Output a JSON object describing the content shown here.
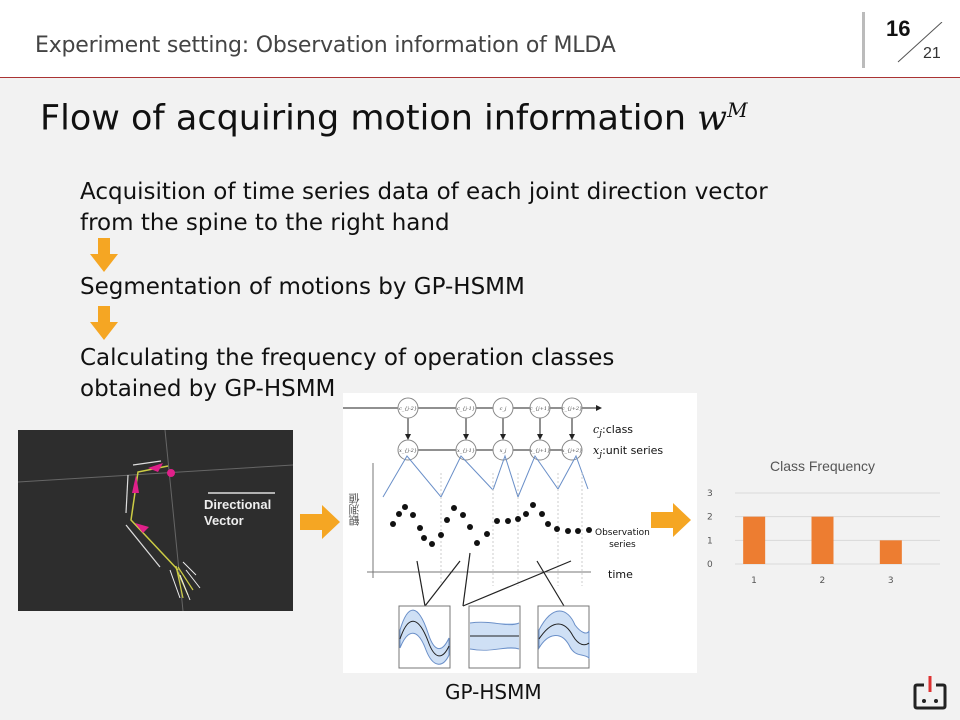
{
  "header": {
    "title": "Experiment setting:  Observation information of MLDA",
    "page": "16",
    "total": "21"
  },
  "slide": {
    "title_text": "Flow of acquiring motion information ",
    "title_var": "w",
    "title_sup": "M"
  },
  "steps": [
    {
      "line1": "Acquisition of time series data of each joint direction vector",
      "line2": "from the spine to the right hand"
    },
    {
      "line1": "Segmentation of motions by GP-HSMM"
    },
    {
      "line1": "Calculating the frequency of operation classes",
      "line2": "obtained by GP-HSMM"
    }
  ],
  "photo": {
    "label_line1": "Directional",
    "label_line2": "Vector"
  },
  "figure": {
    "caption": "GP-HSMM",
    "class_nodes": [
      "c_{j-2}",
      "c_{j-1}",
      "c_j",
      "c_{j+1}",
      "c_{j+2}"
    ],
    "unit_nodes": [
      "x_{j-2}",
      "x_{j-1}",
      "x_j",
      "x_{j+1}",
      "x_{j+2}"
    ],
    "legend_class": ":class",
    "legend_unit": ":unit series",
    "yaxis_label": "観測値",
    "obs_label1": "Observation",
    "obs_label2": "series",
    "xaxis_label": "time"
  },
  "chart_data": {
    "type": "bar",
    "title": "Class Frequency",
    "categories": [
      "1",
      "2",
      "3"
    ],
    "values": [
      2,
      2,
      1
    ],
    "ylim": [
      0,
      3
    ],
    "yticks": [
      "0",
      "1",
      "2",
      "3"
    ],
    "grid": true,
    "color": "#ed7d31"
  },
  "colors": {
    "arrow": "#f5a623",
    "accent_line": "#aa3333",
    "bar": "#ed7d31"
  }
}
